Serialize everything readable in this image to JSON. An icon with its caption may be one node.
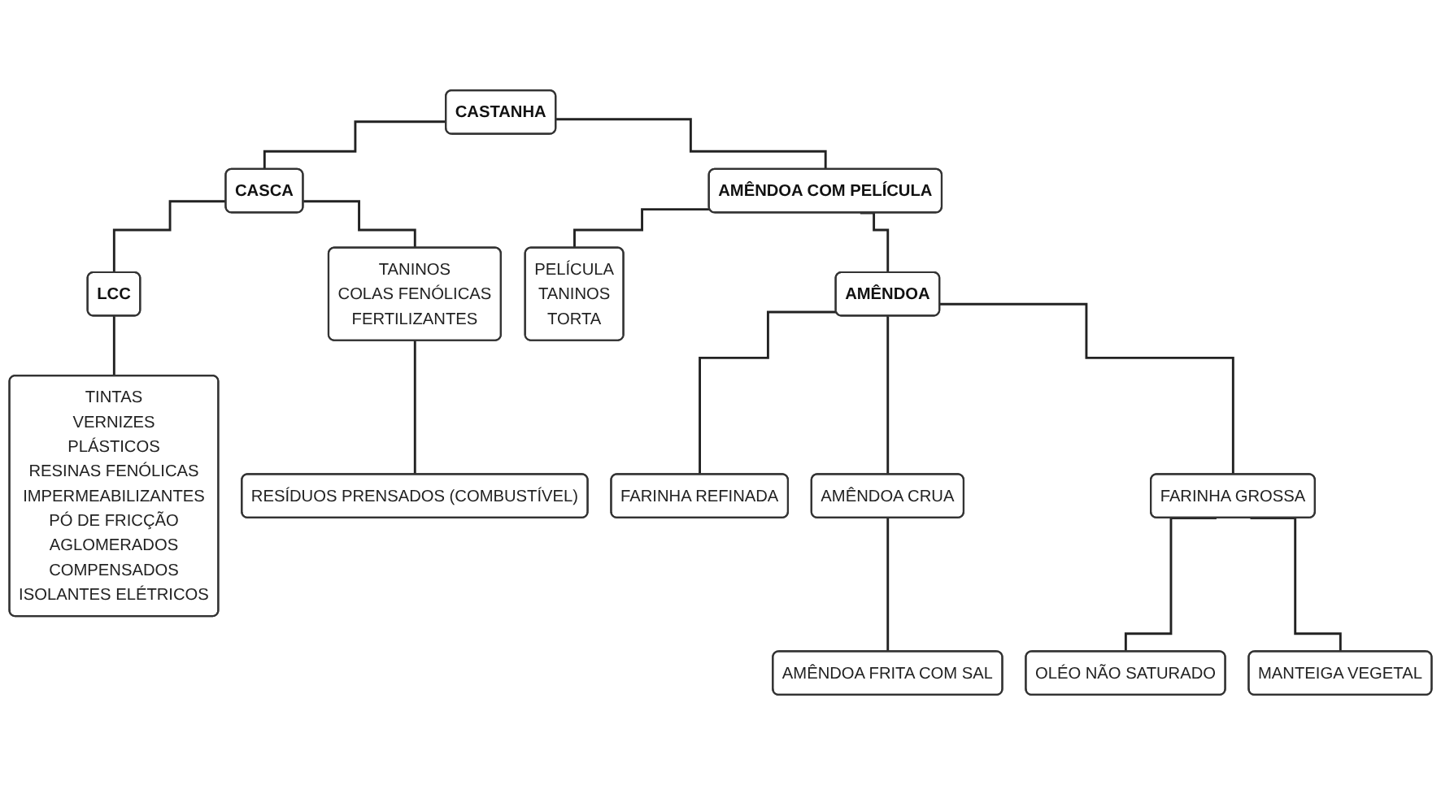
{
  "diagram": {
    "nodes": [
      {
        "text": [
          "CASTANHA"
        ]
      },
      {
        "text": [
          "CASCA"
        ]
      },
      {
        "text": [
          "AMÊNDOA COM PELÍCULA"
        ]
      },
      {
        "text": [
          "LCC"
        ]
      },
      {
        "text": [
          "TANINOS",
          "COLAS FENÓLICAS",
          "FERTILIZANTES"
        ]
      },
      {
        "text": [
          "TINTAS",
          "VERNIZES",
          "PLÁSTICOS",
          "RESINAS FENÓLICAS",
          "IMPERMEABILIZANTES",
          "PÓ DE FRICÇÃO",
          "AGLOMERADOS",
          "COMPENSADOS",
          "ISOLANTES ELÉTRICOS"
        ]
      },
      {
        "text": [
          "RESÍDUOS PRENSADOS (COMBUSTÍVEL)"
        ]
      },
      {
        "text": [
          "PELÍCULA",
          "TANINOS",
          "TORTA"
        ]
      },
      {
        "text": [
          "AMÊNDOA"
        ]
      },
      {
        "text": [
          "FARINHA REFINADA"
        ]
      },
      {
        "text": [
          "AMÊNDOA CRUA"
        ]
      },
      {
        "text": [
          "AMÊNDOA FRITA COM SAL"
        ]
      },
      {
        "text": [
          "FARINHA GROSSA"
        ]
      },
      {
        "text": [
          "OLÉO NÃO SATURADO"
        ]
      },
      {
        "text": [
          "MANTEIGA VEGETAL"
        ]
      }
    ],
    "edges": [
      {
        "from": 0,
        "to": 1,
        "arrow": "none"
      },
      {
        "from": 0,
        "to": 2,
        "arrow": "none"
      },
      {
        "from": 1,
        "to": 3,
        "arrow": "none"
      },
      {
        "from": 1,
        "to": 4,
        "arrow": "none"
      },
      {
        "from": 3,
        "to": 5,
        "arrow": "none"
      },
      {
        "from": 4,
        "to": 6,
        "arrow": "none"
      },
      {
        "from": 2,
        "to": 7,
        "arrow": "none"
      },
      {
        "from": 2,
        "to": 8,
        "arrow": "none"
      },
      {
        "from": 8,
        "to": 9,
        "arrow": "none"
      },
      {
        "from": 8,
        "to": 10,
        "arrow": "none"
      },
      {
        "from": 10,
        "to": 11,
        "arrow": "none"
      },
      {
        "from": 8,
        "to": 12,
        "arrow": "none"
      },
      {
        "from": 12,
        "to": 13,
        "arrow": "none"
      },
      {
        "from": 12,
        "to": 14,
        "arrow": "none"
      }
    ]
  }
}
